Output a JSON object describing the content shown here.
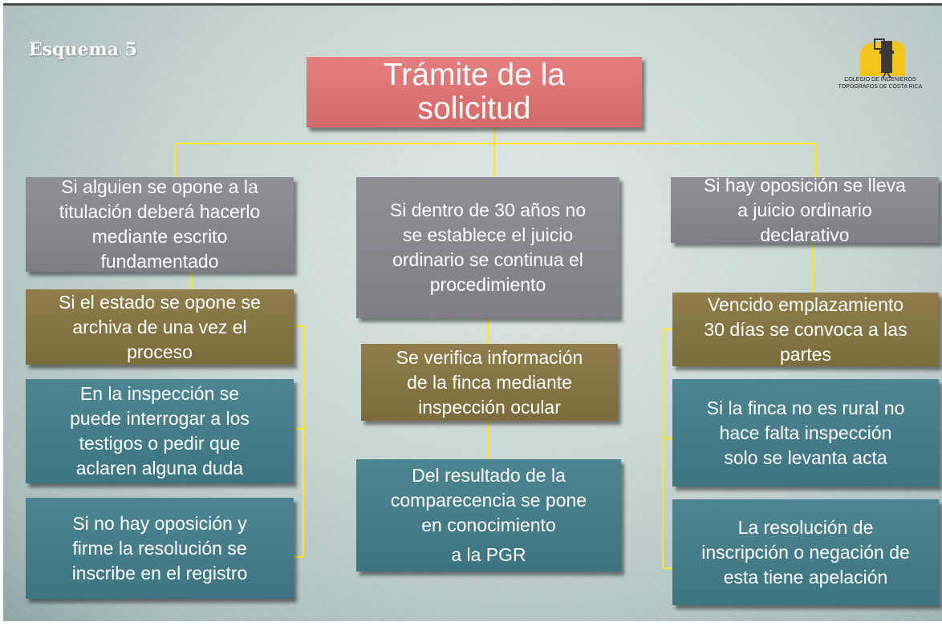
{
  "slide_label": "Esquema 5",
  "logo": {
    "line1": "COLEGIO DE INGENIEROS",
    "line2": "TOPÓGRAFOS DE COSTA RICA"
  },
  "root": {
    "line1": "Trámite de la",
    "line2": "solicitud"
  },
  "left": [
    {
      "lines": [
        "Si alguien se opone a la",
        "titulación deberá hacerlo",
        "mediante escrito",
        "fundamentado"
      ]
    },
    {
      "lines": [
        "Si el estado se opone se",
        "archiva de una vez el",
        "proceso"
      ]
    },
    {
      "lines": [
        "En la inspección se",
        "puede interrogar a los",
        "testigos o pedir que",
        "aclaren alguna duda"
      ]
    },
    {
      "lines": [
        "Si no hay oposición y",
        "firme la resolución se",
        "inscribe en el registro"
      ]
    }
  ],
  "center": [
    {
      "lines": [
        "Si dentro de 30 años no",
        "se establece el juicio",
        "ordinario se continua el",
        "procedimiento"
      ]
    },
    {
      "lines": [
        "Se verifica información",
        "de la finca mediante",
        "inspección ocular"
      ]
    },
    {
      "lines": [
        "Del resultado de la",
        "comparecencia se pone",
        "en conocimiento",
        "a la PGR"
      ]
    }
  ],
  "right": [
    {
      "lines": [
        "Si hay oposición se lleva",
        "a juicio ordinario",
        "declarativo"
      ]
    },
    {
      "lines": [
        "Vencido emplazamiento",
        "30 días se convoca a las",
        "partes"
      ]
    },
    {
      "lines": [
        "Si la finca no es rural no",
        "hace falta inspección",
        "solo se levanta acta"
      ]
    },
    {
      "lines": [
        "La resolución de",
        "inscripción o negación de",
        "esta tiene apelación"
      ]
    }
  ],
  "colors": {
    "root": "#e07878",
    "gray": "#87868d",
    "olive": "#857546",
    "teal": "#457c88",
    "connector": "#ffeb00"
  }
}
